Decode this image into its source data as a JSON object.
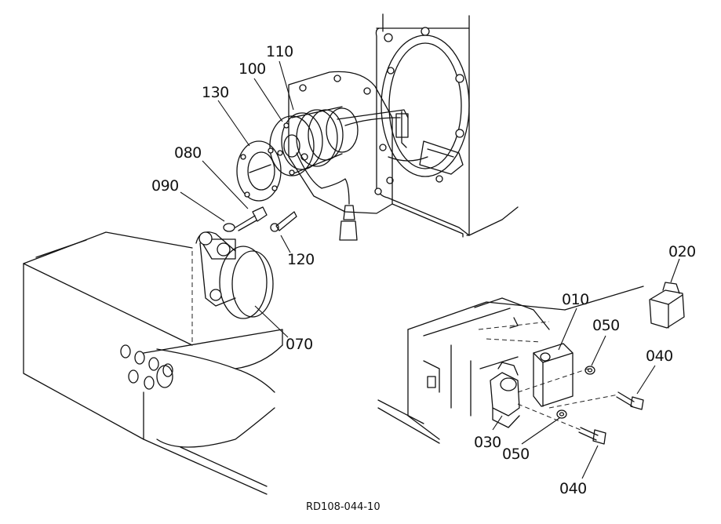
{
  "drawing_reference": "RD108-044-10",
  "callouts": [
    {
      "id": "110",
      "label": "110"
    },
    {
      "id": "100",
      "label": "100"
    },
    {
      "id": "130",
      "label": "130"
    },
    {
      "id": "080",
      "label": "080"
    },
    {
      "id": "090",
      "label": "090"
    },
    {
      "id": "120",
      "label": "120"
    },
    {
      "id": "070",
      "label": "070"
    },
    {
      "id": "020",
      "label": "020"
    },
    {
      "id": "010",
      "label": "010"
    },
    {
      "id": "050a",
      "label": "050"
    },
    {
      "id": "040a",
      "label": "040"
    },
    {
      "id": "030",
      "label": "030"
    },
    {
      "id": "050b",
      "label": "050"
    },
    {
      "id": "040b",
      "label": "040"
    }
  ]
}
